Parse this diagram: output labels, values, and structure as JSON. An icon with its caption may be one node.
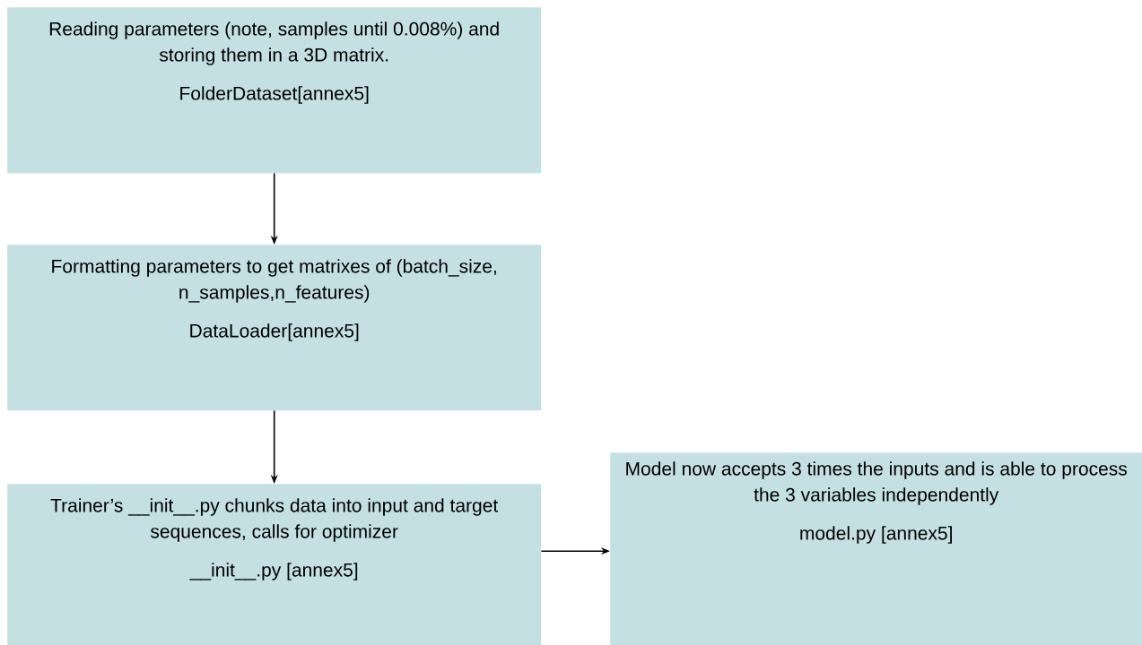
{
  "diagram": {
    "nodes": [
      {
        "text": [
          "Reading parameters (note, samples until 0.008%) and storing them in a 3D matrix.",
          "FolderDataset[annex5]"
        ]
      },
      {
        "text": [
          "Formatting parameters to get matrixes of (batch_size, n_samples,n_features)",
          "DataLoader[annex5]"
        ]
      },
      {
        "text": [
          "Trainer’s __init__.py chunks data into input and target sequences, calls for optimizer",
          "__init__.py [annex5]"
        ]
      },
      {
        "text": [
          "Model now accepts 3 times the inputs and is able to process the 3 variables independently",
          "model.py [annex5]"
        ]
      }
    ],
    "edges": [
      {
        "from": 0,
        "to": 1,
        "arrow": "to"
      },
      {
        "from": 1,
        "to": 2,
        "arrow": "to"
      },
      {
        "from": 2,
        "to": 3,
        "arrow": "to"
      }
    ]
  }
}
